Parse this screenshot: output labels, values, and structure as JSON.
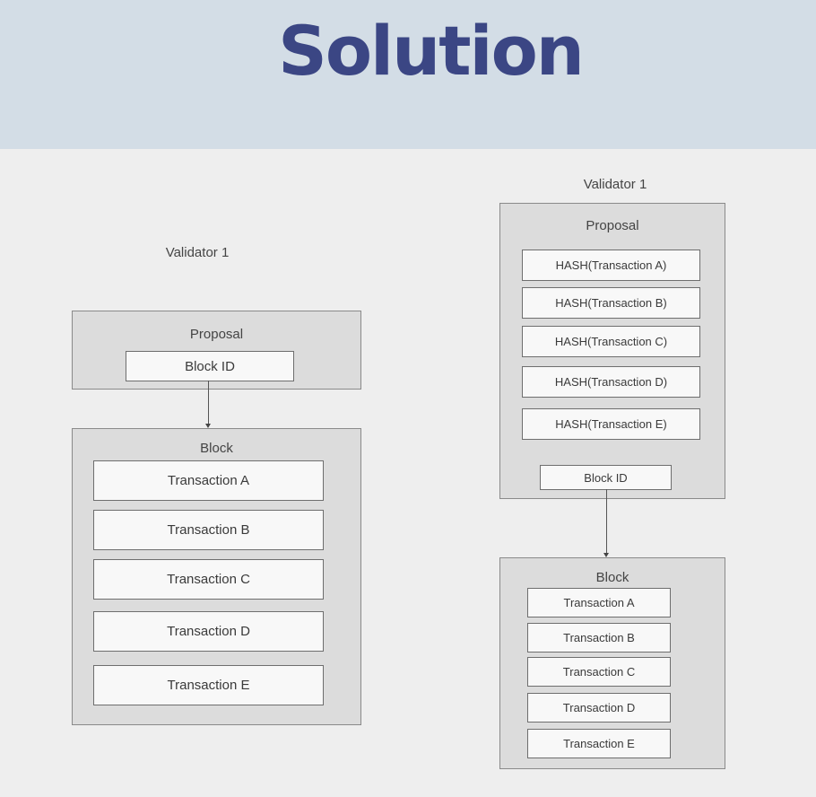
{
  "title": "Solution",
  "left_diagram": {
    "validator_label": "Validator 1",
    "proposal": {
      "title": "Proposal",
      "block_id": "Block ID"
    },
    "block": {
      "title": "Block",
      "transactions": [
        "Transaction A",
        "Transaction B",
        "Transaction C",
        "Transaction D",
        "Transaction E"
      ]
    }
  },
  "right_diagram": {
    "validator_label": "Validator 1",
    "proposal": {
      "title": "Proposal",
      "hashes": [
        "HASH(Transaction A)",
        "HASH(Transaction B)",
        "HASH(Transaction C)",
        "HASH(Transaction D)",
        "HASH(Transaction E)"
      ],
      "block_id": "Block ID"
    },
    "block": {
      "title": "Block",
      "transactions": [
        "Transaction A",
        "Transaction B",
        "Transaction C",
        "Transaction D",
        "Transaction E"
      ]
    }
  }
}
